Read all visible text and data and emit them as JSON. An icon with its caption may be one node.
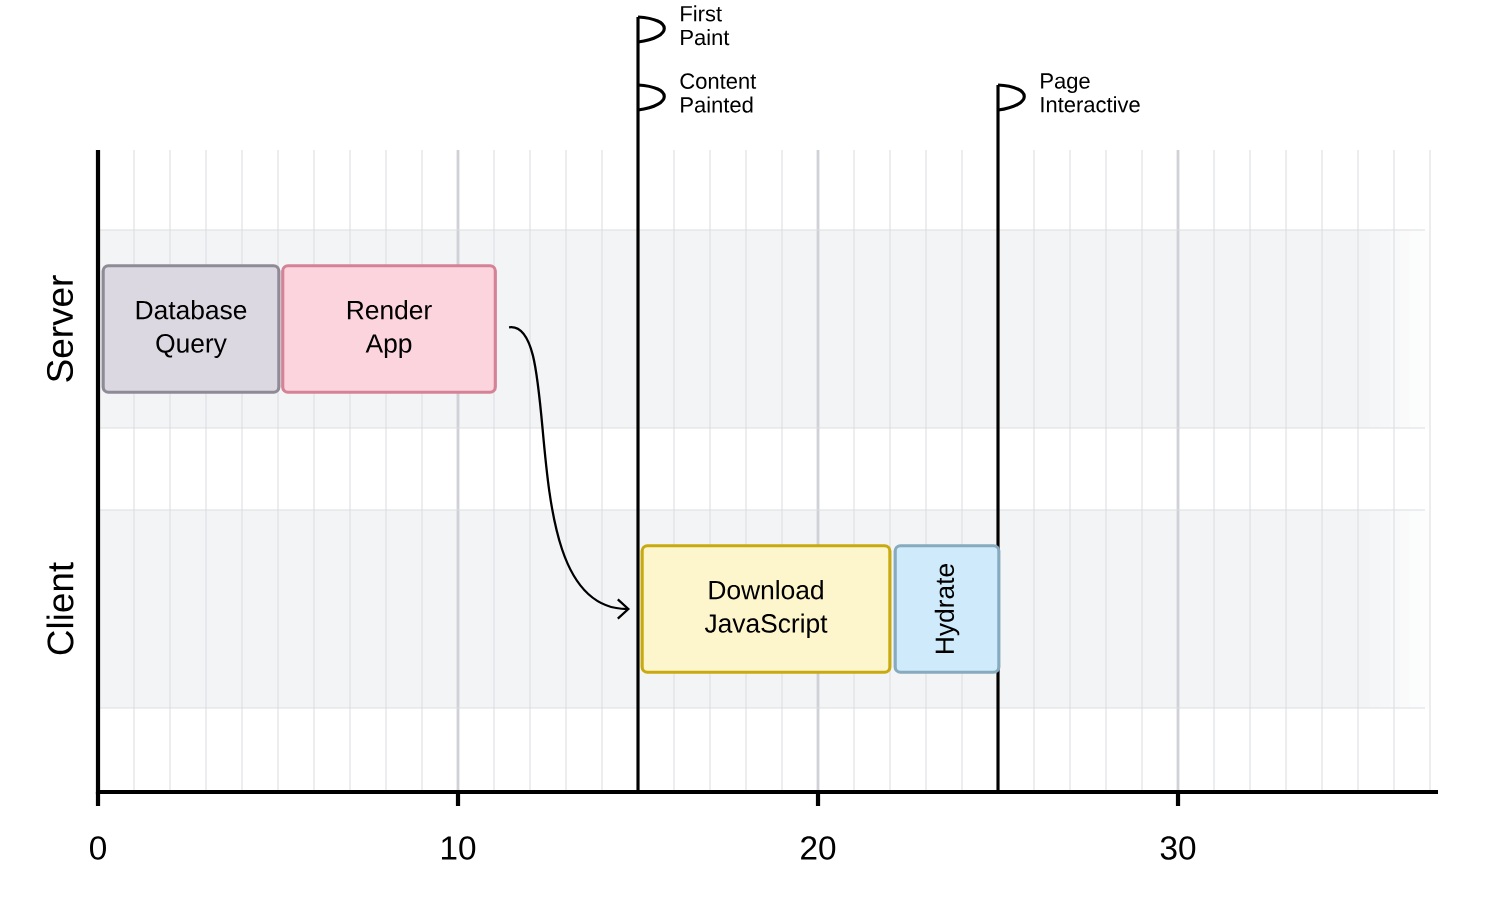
{
  "diagram": {
    "nodes": [
      {
        "text": [
          "Database Query"
        ]
      },
      {
        "text": [
          "Render App"
        ]
      },
      {
        "text": [
          "Download JavaScript"
        ]
      },
      {
        "text": [
          "Hydrate"
        ]
      }
    ],
    "edges": [
      {
        "from": 1,
        "to": 2,
        "arrow": "to"
      }
    ],
    "labels": [
      "First Paint",
      "Content Painted",
      "Page Interactive",
      "Server",
      "Client",
      "0",
      "10",
      "20",
      "30"
    ]
  }
}
